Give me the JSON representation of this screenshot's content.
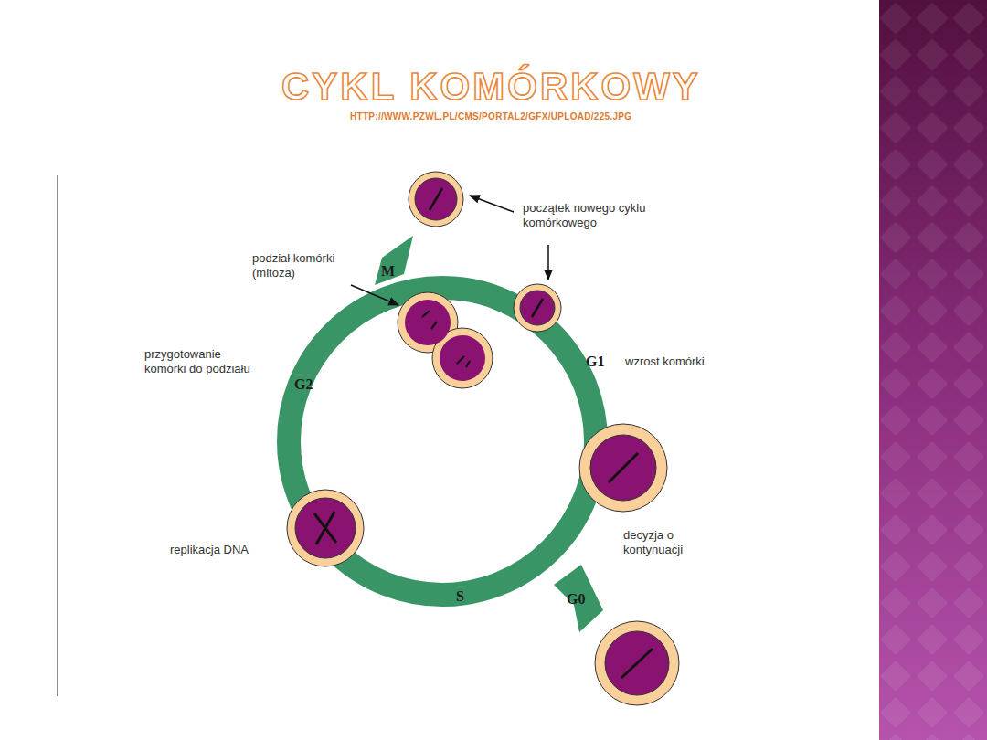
{
  "diagram": {
    "title": "CYKL KOMÓRKOWY",
    "labels": [
      "HTTP://WWW.PZWL.PL/CMS/PORTAL2/GFX/UPLOAD/225.JPG",
      "początek nowego cyklu komórkowego",
      "podział komórki (mitoza)",
      "M",
      "G1",
      "wzrost komórki",
      "przygotowanie komórki do podziału",
      "G2",
      "replikacja DNA",
      "S",
      "G0",
      "decyzja o kontynuacji"
    ]
  }
}
